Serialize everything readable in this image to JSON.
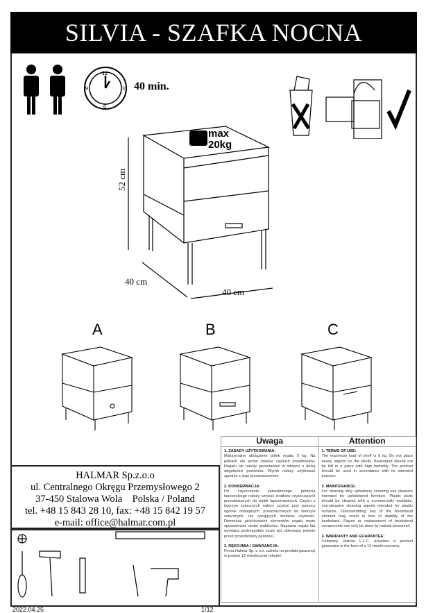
{
  "title": "SILVIA - SZAFKA NOCNA",
  "assembly": {
    "persons": 2,
    "time": "40 min."
  },
  "max_load": {
    "label": "max",
    "value": "20kg"
  },
  "dimensions": {
    "height": "52 cm",
    "depth": "40 cm",
    "width": "40 cm"
  },
  "variants": [
    "A",
    "B",
    "C"
  ],
  "company": {
    "name": "HALMAR Sp.z.o.o",
    "address": "ul. Centralnego Okręgu Przemysłowego 2",
    "city": "37-450 Stalowa Wola    Polska / Poland",
    "phone": "tel. +48 15 843 28 10, fax: +48 15 842 19 57",
    "email": "e-mail: office@halmar.com.pl"
  },
  "notes": {
    "pl": {
      "heading": "Uwaga",
      "s1_title": "1.   ZASADY UŻYTKOWANIA:",
      "s1_text": "Maksymalne obciążenie półek regału 5 kg. Na półkach nie wolno stawiać ciężkich przedmiotów. Regału nie należy pozostawiać w miejscu o dużej wilgotności powietrza. Wyrób należy użytkować zgodnie z jego przeznaczeniem.",
      "s2_title": "2.   KONSERWACJA:",
      "s2_text": "Do czyszczenia zabrudzonego pokrycia tapicerskiego należy używać środków czyszczących przewidzianych do mebli tapicerowanych. Części z tworzyw sztucznych należy czyścić przy pomocy ogólnie dostępnych, przeznaczonych do tworzyw sztucznych, nie rysujących środków czystości. Demontaż jakichkolwiek elementów regału może spowodować utratę stabilności. Naprawa regału lub wymiana podzespołów może być dokonana jedynie przez przeszkolony personel.",
      "s3_title": "3.   RĘKOJMIA I GWARANCJA:",
      "s3_text": "Firma Halmar Sp. z o.o. udziela na produkt gwarancji w postaci 12-miesięcznej rękojmi."
    },
    "en": {
      "heading": "Attention",
      "s1_title": "1.   TERMS OF USE:",
      "s1_text": "The maximum load of shelf is 5 kg. Do not place heavy objects on the shelfs. Bookstand should not be left in a place with high humidity. The product should be used in accordance with its intended purpose.",
      "s2_title": "2.   MAINTENANCE:",
      "s2_text": "For cleaning dirty upholstery covering use cleaners intended for upholstered furniture. Plastic parts should be cleaned with a commercially available, non-abrasive cleaning agents intended for plastic surfaces. Disassembling any of the bookstand element may result in loss of stability of the bookstand. Repair or replacement of bookstand components can only be done by trained personnel.",
      "s3_title": "3.   WARRANTY AND GUARANTEE:",
      "s3_text": "Company Halmar L.L.C. provides a product guarantee in the form of a 12-month warranty."
    }
  },
  "footer": {
    "date": "2022.04.25",
    "page": "1/12"
  }
}
